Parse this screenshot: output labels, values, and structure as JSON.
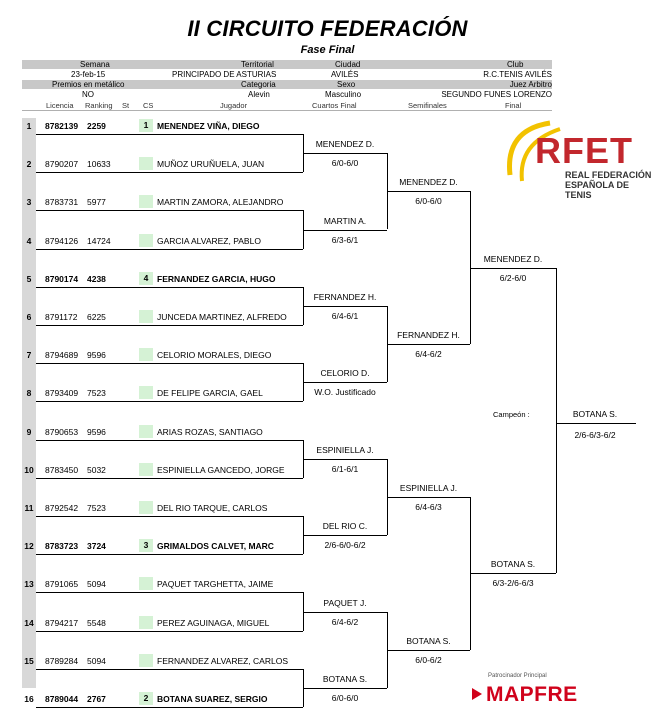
{
  "title": "II CIRCUITO FEDERACIÓN",
  "subtitle": "Fase Final",
  "header1": {
    "semana_label": "Semana",
    "semana": "23-feb-15",
    "territorial_label": "Territorial",
    "territorial": "PRINCIPADO DE ASTURIAS",
    "ciudad_label": "Ciudad",
    "ciudad": "AVILÉS",
    "club_label": "Club",
    "club": "R.C.TENIS AVILÉS"
  },
  "header2": {
    "premios_label": "Premios en metálico",
    "premios": "NO",
    "categoria_label": "Categoria",
    "categoria": "Alevin",
    "sexo_label": "Sexo",
    "sexo": "Masculino",
    "juez_label": "Juez Arbitro",
    "juez": "SEGUNDO FUNES LORENZO"
  },
  "columns": {
    "licencia": "Licencia",
    "ranking": "Ranking",
    "st": "St",
    "cs": "CS",
    "jugador": "Jugador",
    "cuartos": "Cuartos Final",
    "semis": "Semifinales",
    "final": "Final"
  },
  "players": [
    {
      "num": "1",
      "licencia": "8782139",
      "ranking": "2259",
      "seed": "1",
      "name": "MENENDEZ VIÑA, DIEGO",
      "bold": true
    },
    {
      "num": "2",
      "licencia": "8790207",
      "ranking": "10633",
      "seed": "",
      "name": "MUÑOZ URUÑUELA, JUAN",
      "bold": false
    },
    {
      "num": "3",
      "licencia": "8783731",
      "ranking": "5977",
      "seed": "",
      "name": "MARTIN ZAMORA, ALEJANDRO",
      "bold": false
    },
    {
      "num": "4",
      "licencia": "8794126",
      "ranking": "14724",
      "seed": "",
      "name": "GARCIA ALVAREZ, PABLO",
      "bold": false
    },
    {
      "num": "5",
      "licencia": "8790174",
      "ranking": "4238",
      "seed": "4",
      "name": "FERNANDEZ GARCIA, HUGO",
      "bold": true
    },
    {
      "num": "6",
      "licencia": "8791172",
      "ranking": "6225",
      "seed": "",
      "name": "JUNCEDA MARTINEZ, ALFREDO",
      "bold": false
    },
    {
      "num": "7",
      "licencia": "8794689",
      "ranking": "9596",
      "seed": "",
      "name": "CELORIO MORALES, DIEGO",
      "bold": false
    },
    {
      "num": "8",
      "licencia": "8793409",
      "ranking": "7523",
      "seed": "",
      "name": "DE FELIPE GARCIA, GAEL",
      "bold": false
    },
    {
      "num": "9",
      "licencia": "8790653",
      "ranking": "9596",
      "seed": "",
      "name": "ARIAS ROZAS, SANTIAGO",
      "bold": false
    },
    {
      "num": "10",
      "licencia": "8783450",
      "ranking": "5032",
      "seed": "",
      "name": "ESPINIELLA GANCEDO, JORGE",
      "bold": false
    },
    {
      "num": "11",
      "licencia": "8792542",
      "ranking": "7523",
      "seed": "",
      "name": "DEL RIO TARQUE, CARLOS",
      "bold": false
    },
    {
      "num": "12",
      "licencia": "8783723",
      "ranking": "3724",
      "seed": "3",
      "name": "GRIMALDOS CALVET, MARC",
      "bold": true
    },
    {
      "num": "13",
      "licencia": "8791065",
      "ranking": "5094",
      "seed": "",
      "name": "PAQUET TARGHETTA, JAIME",
      "bold": false
    },
    {
      "num": "14",
      "licencia": "8794217",
      "ranking": "5548",
      "seed": "",
      "name": "PEREZ AGUINAGA, MIGUEL",
      "bold": false
    },
    {
      "num": "15",
      "licencia": "8789284",
      "ranking": "5094",
      "seed": "",
      "name": "FERNANDEZ ALVAREZ, CARLOS",
      "bold": false
    },
    {
      "num": "16",
      "licencia": "8789044",
      "ranking": "2767",
      "seed": "2",
      "name": "BOTANA SUAREZ, SERGIO",
      "bold": true
    }
  ],
  "quarterfinals": [
    {
      "name": "MENENDEZ D.",
      "score": "6/0-6/0"
    },
    {
      "name": "MARTIN A.",
      "score": "6/3-6/1"
    },
    {
      "name": "FERNANDEZ H.",
      "score": "6/4-6/1"
    },
    {
      "name": "CELORIO D.",
      "score": "W.O. Justificado"
    },
    {
      "name": "ESPINIELLA J.",
      "score": "6/1-6/1"
    },
    {
      "name": "DEL RIO C.",
      "score": "2/6-6/0-6/2"
    },
    {
      "name": "PAQUET J.",
      "score": "6/4-6/2"
    },
    {
      "name": "BOTANA S.",
      "score": "6/0-6/0"
    }
  ],
  "semifinals": [
    {
      "name": "MENENDEZ D.",
      "score": "6/0-6/0"
    },
    {
      "name": "FERNANDEZ H.",
      "score": "6/4-6/2"
    },
    {
      "name": "ESPINIELLA J.",
      "score": "6/4-6/3"
    },
    {
      "name": "BOTANA S.",
      "score": "6/0-6/2"
    }
  ],
  "finals": [
    {
      "name": "MENENDEZ D.",
      "score": "6/2-6/0"
    },
    {
      "name": "BOTANA S.",
      "score": "6/3-2/6-6/3"
    }
  ],
  "champion": {
    "label": "Campeón :",
    "name": "BOTANA S.",
    "score": "2/6-6/3-6/2"
  },
  "logo": {
    "text": "RFET",
    "line1": "REAL FEDERACIÓN",
    "line2": "ESPAÑOLA DE TENIS"
  },
  "sponsor": {
    "label": "Patrocinador Principal",
    "name": "MAPFRE"
  },
  "colors": {
    "rfet_red": "#c2272d",
    "rfet_yellow": "#f2c200",
    "seed_bg": "#d5f2d5",
    "mapfre_red": "#d0021b"
  }
}
